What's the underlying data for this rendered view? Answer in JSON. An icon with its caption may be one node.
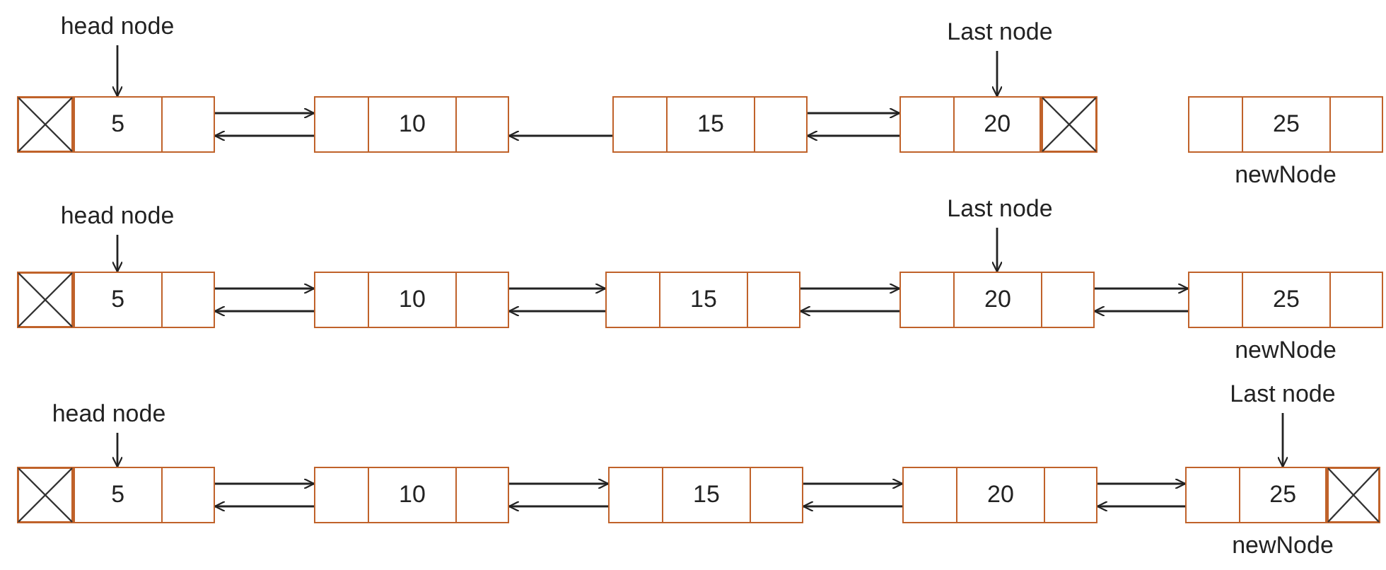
{
  "diagram": {
    "nodes": [
      {
        "text": [
          "head node"
        ]
      },
      {
        "text": [],
        "shape": "box"
      },
      {
        "text": [
          "5"
        ]
      },
      {
        "text": [
          "10"
        ]
      },
      {
        "text": [
          "15"
        ]
      },
      {
        "text": [
          "Last node"
        ]
      },
      {
        "text": [
          "20"
        ]
      },
      {
        "text": [],
        "shape": "box"
      },
      {
        "text": [
          "25"
        ],
        "beside": [
          "newNode"
        ]
      },
      {
        "text": [
          "head node"
        ]
      },
      {
        "text": [],
        "shape": "box"
      },
      {
        "text": [
          "5"
        ]
      },
      {
        "text": [
          "10"
        ]
      },
      {
        "text": [
          "15"
        ]
      },
      {
        "text": [
          "Last node"
        ]
      },
      {
        "text": [
          "20"
        ]
      },
      {
        "text": [
          "25"
        ],
        "beside": [
          "newNode"
        ]
      },
      {
        "text": [
          "head node"
        ]
      },
      {
        "text": [],
        "shape": "box"
      },
      {
        "text": [
          "5"
        ]
      },
      {
        "text": [
          "10"
        ]
      },
      {
        "text": [
          "15"
        ]
      },
      {
        "text": [
          "20"
        ]
      },
      {
        "text": [
          "Last node"
        ]
      },
      {
        "text": [
          "25"
        ],
        "beside": [
          "newNode"
        ]
      },
      {
        "text": [],
        "shape": "box"
      }
    ],
    "edges": [
      {
        "from": 0,
        "to": 2,
        "arrow": "to"
      },
      {
        "from": 2,
        "to": 3,
        "arrow": "to"
      },
      {
        "from": 3,
        "to": 2,
        "arrow": "to"
      },
      {
        "from": 4,
        "to": 3,
        "arrow": "to"
      },
      {
        "from": 4,
        "to": 6,
        "arrow": "to"
      },
      {
        "from": 6,
        "to": 4,
        "arrow": "to"
      },
      {
        "from": 5,
        "to": 6,
        "arrow": "to"
      },
      {
        "from": 9,
        "to": 11,
        "arrow": "to"
      },
      {
        "from": 11,
        "to": 12,
        "arrow": "to"
      },
      {
        "from": 12,
        "to": 11,
        "arrow": "to"
      },
      {
        "from": 12,
        "to": 13,
        "arrow": "to"
      },
      {
        "from": 13,
        "to": 12,
        "arrow": "to"
      },
      {
        "from": 13,
        "to": 15,
        "arrow": "to"
      },
      {
        "from": 15,
        "to": 13,
        "arrow": "to"
      },
      {
        "from": 15,
        "to": 16,
        "arrow": "to"
      },
      {
        "from": 16,
        "to": 15,
        "arrow": "to"
      },
      {
        "from": 14,
        "to": 15,
        "arrow": "to"
      },
      {
        "from": 17,
        "to": 19,
        "arrow": "to"
      },
      {
        "from": 19,
        "to": 20,
        "arrow": "to"
      },
      {
        "from": 20,
        "to": 19,
        "arrow": "to"
      },
      {
        "from": 20,
        "to": 21,
        "arrow": "to"
      },
      {
        "from": 21,
        "to": 20,
        "arrow": "to"
      },
      {
        "from": 21,
        "to": 22,
        "arrow": "to"
      },
      {
        "from": 22,
        "to": 21,
        "arrow": "to"
      },
      {
        "from": 22,
        "to": 24,
        "arrow": "to"
      },
      {
        "from": 24,
        "to": 22,
        "arrow": "to"
      },
      {
        "from": 23,
        "to": 24,
        "arrow": "to"
      }
    ]
  }
}
